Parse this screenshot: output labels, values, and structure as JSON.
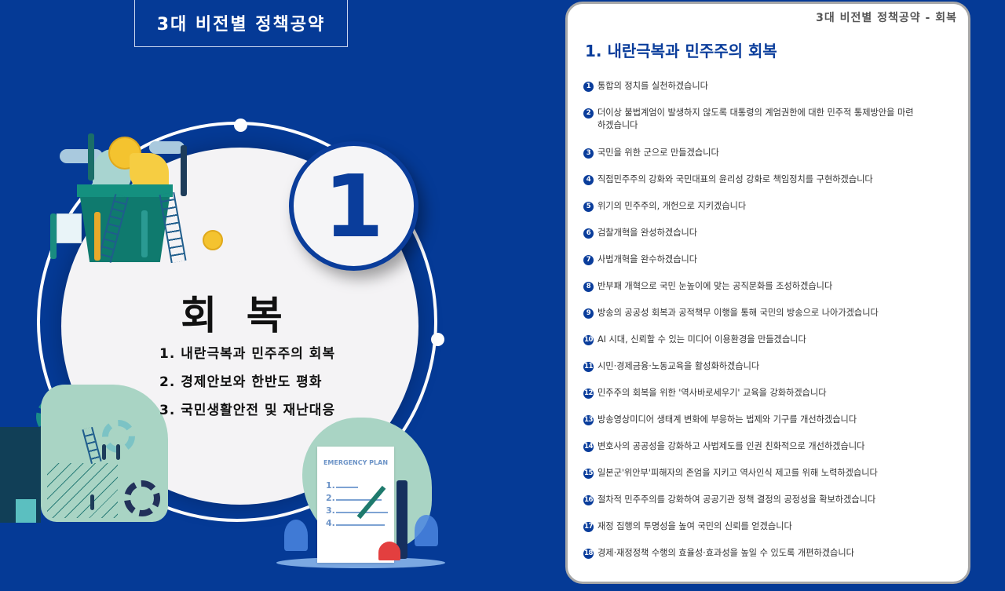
{
  "header": {
    "title": "3대 비전별 정책공약"
  },
  "left_panel": {
    "number_badge": "1",
    "section_title": "회 복",
    "pillars": [
      "1. 내란극복과 민주주의 회복",
      "2. 경제안보와 한반도 평화",
      "3. 국민생활안전 및 재난대응"
    ],
    "illustrations": {
      "top": "money-plant-growth-illustration",
      "bottom_left": "thumbs-up-teamwork-illustration",
      "bottom_right": {
        "name": "emergency-plan-illustration",
        "paper_title": "EMERGENCY PLAN",
        "paper_items": [
          "1.",
          "2.",
          "3.",
          "4."
        ]
      }
    }
  },
  "card": {
    "header": "3대 비전별 정책공약 - 회복",
    "title": "1. 내란극복과 민주주의 회복",
    "pledges": [
      {
        "num": "1",
        "text": "통합의 정치를 실천하겠습니다"
      },
      {
        "num": "2",
        "text": "더이상 불법계엄이 발생하지 않도록 대통령의 계엄권한에 대한 민주적 통제방안을 마련하겠습니다"
      },
      {
        "num": "3",
        "text": "국민을 위한 군으로 만들겠습니다"
      },
      {
        "num": "4",
        "text": "직접민주주의 강화와 국민대표의 윤리성 강화로 책임정치를 구현하겠습니다"
      },
      {
        "num": "5",
        "text": "위기의 민주주의, 개헌으로 지키겠습니다"
      },
      {
        "num": "6",
        "text": "검찰개혁을 완성하겠습니다"
      },
      {
        "num": "7",
        "text": "사법개혁을 완수하겠습니다"
      },
      {
        "num": "8",
        "text": "반부패 개혁으로 국민 눈높이에 맞는 공직문화를 조성하겠습니다"
      },
      {
        "num": "9",
        "text": "방송의 공공성 회복과 공적책무 이행을 통해 국민의 방송으로 나아가겠습니다"
      },
      {
        "num": "10",
        "text": "AI 시대, 신뢰할 수 있는 미디어 이용환경을 만들겠습니다"
      },
      {
        "num": "11",
        "text": "시민·경제금융·노동교육을 활성화하겠습니다"
      },
      {
        "num": "12",
        "text": "민주주의 회복을 위한 '역사바로세우기' 교육을 강화하겠습니다"
      },
      {
        "num": "13",
        "text": "방송영상미디어 생태계 변화에 부응하는 법제와 기구를 개선하겠습니다"
      },
      {
        "num": "14",
        "text": "변호사의 공공성을 강화하고 사법제도를 인권 친화적으로 개선하겠습니다"
      },
      {
        "num": "15",
        "text": "일본군'위안부'피해자의 존엄을 지키고 역사인식 제고를 위해 노력하겠습니다"
      },
      {
        "num": "16",
        "text": "절차적 민주주의를 강화하여 공공기관 정책 결정의 공정성을 확보하겠습니다"
      },
      {
        "num": "17",
        "text": "재정 집행의 투명성을 높여 국민의 신뢰를 얻겠습니다"
      },
      {
        "num": "18",
        "text": "경제·재정정책 수행의 효율성·효과성을 높일 수 있도록 개편하겠습니다"
      }
    ]
  },
  "colors": {
    "background": "#053a96",
    "accent_blue": "#0a3d9b",
    "circle_fill": "#f4f3f5",
    "card_border": "#a8a8a8",
    "mint": "#a9d4c4",
    "gold": "#f4c32f"
  }
}
